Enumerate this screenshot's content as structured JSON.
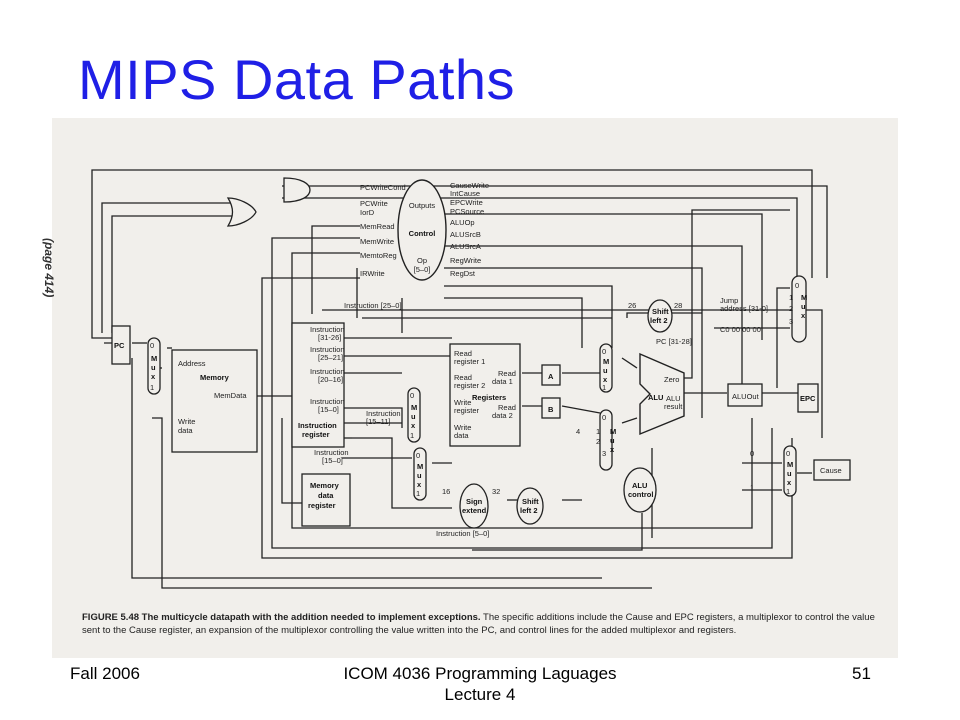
{
  "slide": {
    "title": "MIPS Data Paths",
    "footer_left": "Fall 2006",
    "footer_center": "ICOM 4036 Programming Laguages  Lecture 4",
    "footer_right": "51"
  },
  "figure": {
    "page_tag": "(page 414)",
    "caption_label": "FIGURE 5.48",
    "caption_bold": "The multicycle datapath with the addition needed to implement exceptions.",
    "caption_text": "The specific additions include the Cause and EPC registers, a multiplexor to control the value sent to the Cause register, an expansion of the multiplexor controlling the value written into the PC, and control lines for the added multiplexor and registers.",
    "control": {
      "outputs": "Outputs",
      "name": "Control",
      "op": "Op",
      "op_bits": "[5–0]",
      "left_signals": [
        "PCWriteCond",
        "PCWrite",
        "IorD",
        "MemRead",
        "MemWrite",
        "MemtoReg",
        "IRWrite"
      ],
      "right_signals": [
        "CauseWrite",
        "IntCause",
        "EPCWrite",
        "PCSource",
        "ALUOp",
        "ALUSrcB",
        "ALUSrcA",
        "RegWrite",
        "RegDst"
      ]
    },
    "blocks": {
      "pc": "PC",
      "memory": "Memory",
      "address": "Address",
      "memdata": "MemData",
      "write_data": "Write",
      "write_data2": "data",
      "instr_reg": "Instruction",
      "instr_reg2": "register",
      "instr_fields": [
        "Instruction",
        "[31-26]",
        "Instruction",
        "[25–21]",
        "Instruction",
        "[20–16]",
        "Instruction",
        "[15–0]"
      ],
      "mem_data_reg": [
        "Memory",
        "data",
        "register"
      ],
      "read_reg1": [
        "Read",
        "register 1"
      ],
      "read_reg2": [
        "Read",
        "register 2"
      ],
      "write_reg": [
        "Write",
        "register"
      ],
      "write_data_reg": [
        "Write",
        "data"
      ],
      "registers": "Registers",
      "read_data1": [
        "Read",
        "data 1"
      ],
      "read_data2": [
        "Read",
        "data 2"
      ],
      "reg_a": "A",
      "reg_b": "B",
      "alu": "ALU",
      "zero": "Zero",
      "alu_result": [
        "ALU",
        "result"
      ],
      "aluout": "ALUOut",
      "epc": "EPC",
      "cause": "Cause",
      "sign_extend": [
        "Sign",
        "extend"
      ],
      "shift_left2_a": [
        "Shift",
        "left 2"
      ],
      "shift_left2_b": [
        "Shift",
        "left 2"
      ],
      "alu_control": [
        "ALU",
        "control"
      ],
      "instr_25_0": "Instruction [25–0]",
      "instr_15_11": [
        "Instruction",
        "[15–11]"
      ],
      "instr_15_0": [
        "Instruction",
        "[15–0]"
      ],
      "instr_5_0": "Instruction [5–0]",
      "jump_addr": [
        "Jump",
        "address [31-0]"
      ],
      "c0": "C0 00 00 00",
      "pc_31_28": "PC [31-28]",
      "num_26": "26",
      "num_28": "28",
      "num_16": "16",
      "num_32": "32",
      "num_4": "4",
      "num_0": "0",
      "num_1": "1",
      "mux": [
        "M",
        "u",
        "x"
      ]
    }
  }
}
